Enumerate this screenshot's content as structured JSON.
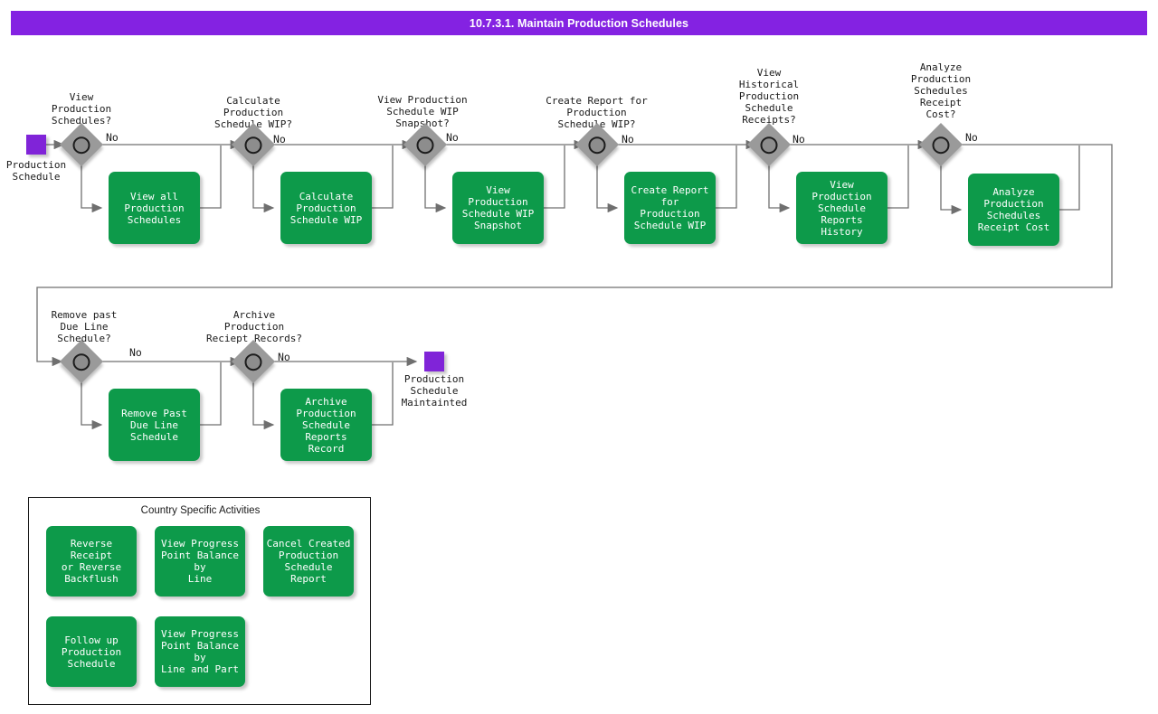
{
  "header": {
    "title": "10.7.3.1. Maintain Production Schedules"
  },
  "colors": {
    "header_purple": "#8422e2",
    "event_purple": "#8024d8",
    "task_green": "#0d9a4a",
    "gateway_gray": "#9a9a9a",
    "connector_gray": "#707070"
  },
  "events": {
    "start": {
      "label": "Production\nSchedule"
    },
    "end": {
      "label": "Production\nSchedule\nMaintainted"
    }
  },
  "flow": {
    "row1": [
      {
        "gateway": "View\nProduction\nSchedules?",
        "no": "No",
        "task": "View all\nProduction\nSchedules"
      },
      {
        "gateway": "Calculate\nProduction\nSchedule WIP?",
        "no": "No",
        "task": "Calculate\nProduction\nSchedule WIP"
      },
      {
        "gateway": "View Production\nSchedule WIP\nSnapshot?",
        "no": "No",
        "task": "View Production\nSchedule WIP\nSnapshot"
      },
      {
        "gateway": "Create Report for\nProduction\nSchedule WIP?",
        "no": "No",
        "task": "Create Report\nfor Production\nSchedule WIP"
      },
      {
        "gateway": "View\nHistorical\nProduction\nSchedule\nReceipts?",
        "no": "No",
        "task": "View Production\nSchedule\nReports History"
      },
      {
        "gateway": "Analyze\nProduction\nSchedules\nReceipt\nCost?",
        "no": "No",
        "task": "Analyze\nProduction\nSchedules\nReceipt Cost"
      }
    ],
    "row2": [
      {
        "gateway": "Remove past\nDue Line\nSchedule?",
        "no": "No",
        "task": "Remove Past\nDue Line\nSchedule"
      },
      {
        "gateway": "Archive\nProduction\nReciept Records?",
        "no": "No",
        "task": "Archive\nProduction\nSchedule\nReports Record"
      }
    ]
  },
  "country_panel": {
    "title": "Country Specific Activities",
    "items": [
      "Reverse Receipt\nor Reverse\nBackflush",
      "View Progress\nPoint Balance by\nLine",
      "Cancel Created\nProduction\nSchedule Report",
      "Follow up\nProduction\nSchedule",
      "View Progress\nPoint Balance by\nLine and Part"
    ]
  }
}
